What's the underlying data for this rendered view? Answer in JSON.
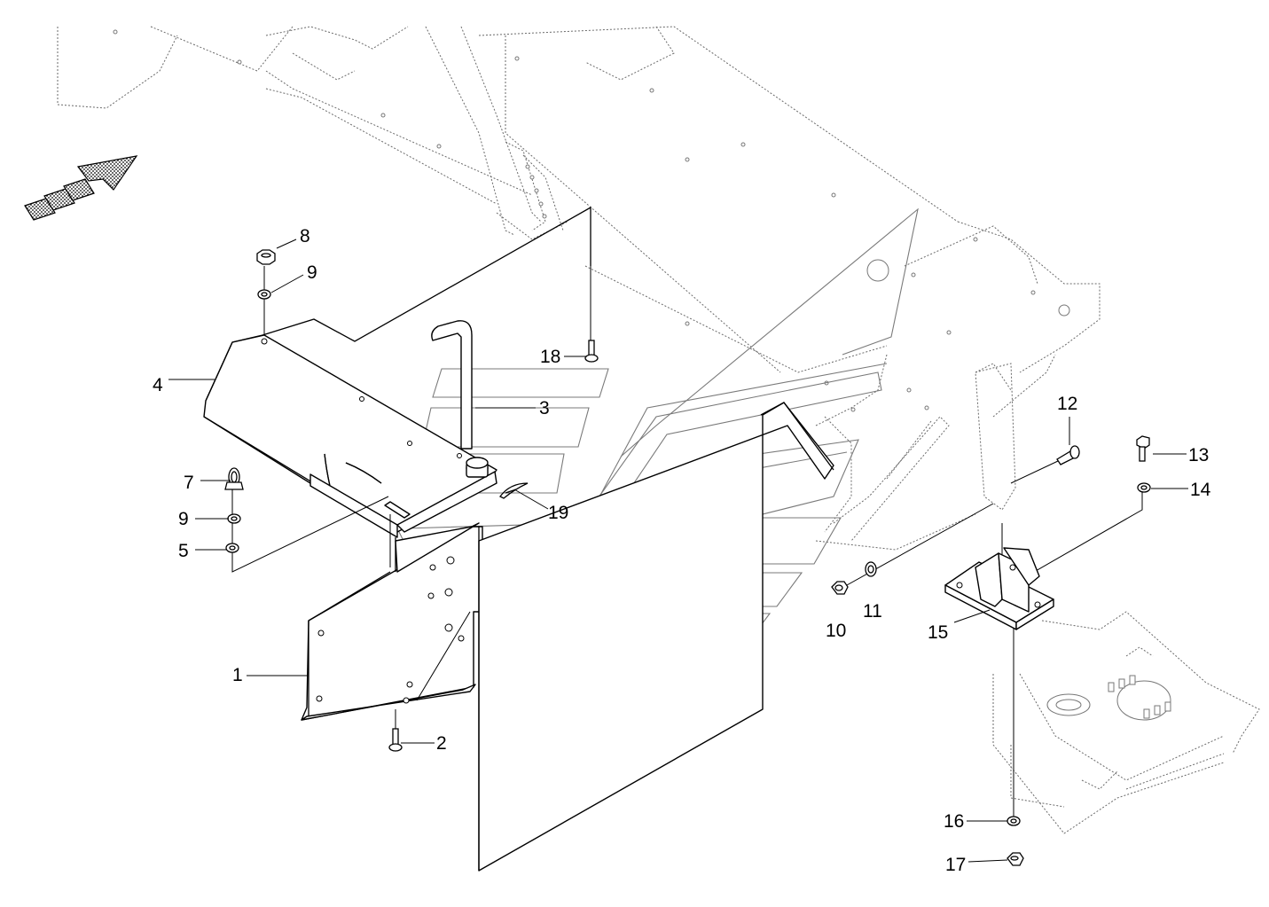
{
  "diagram": {
    "callouts": [
      "1",
      "2",
      "3",
      "4",
      "5",
      "7",
      "8",
      "9",
      "9",
      "10",
      "11",
      "12",
      "13",
      "14",
      "15",
      "16",
      "17",
      "18",
      "19"
    ]
  }
}
